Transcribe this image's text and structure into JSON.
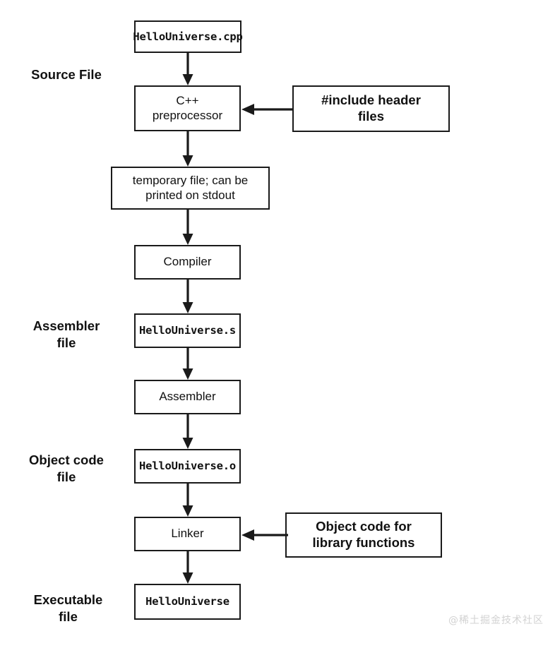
{
  "diagram": {
    "title": "C++ compilation pipeline flowchart",
    "stroke_color": "#1a1a1a",
    "background_color": "#ffffff",
    "watermark": "@稀土掘金技术社区"
  },
  "stage_labels": [
    {
      "id": "source-file",
      "text": "Source File"
    },
    {
      "id": "assembler-file",
      "text": "Assembler\nfile"
    },
    {
      "id": "object-code-file",
      "text": "Object code\nfile"
    },
    {
      "id": "executable-file",
      "text": "Executable\nfile"
    }
  ],
  "nodes": [
    {
      "id": "source-cpp",
      "text": "HelloUniverse.cpp",
      "style": "mono"
    },
    {
      "id": "preprocessor",
      "text": "C++\npreprocessor",
      "style": "plain"
    },
    {
      "id": "include-headers",
      "text": "#include header\nfiles",
      "style": "bold"
    },
    {
      "id": "temporary-file",
      "text": "temporary file; can be\nprinted on stdout",
      "style": "plain"
    },
    {
      "id": "compiler",
      "text": "Compiler",
      "style": "plain"
    },
    {
      "id": "assembly-file",
      "text": "HelloUniverse.s",
      "style": "mono"
    },
    {
      "id": "assembler",
      "text": "Assembler",
      "style": "plain"
    },
    {
      "id": "object-file",
      "text": "HelloUniverse.o",
      "style": "mono"
    },
    {
      "id": "linker",
      "text": "Linker",
      "style": "plain"
    },
    {
      "id": "library-objects",
      "text": "Object code for\nlibrary functions",
      "style": "bold"
    },
    {
      "id": "executable",
      "text": "HelloUniverse",
      "style": "mono"
    }
  ],
  "edges": [
    {
      "id": "source-cpp-to-preprocessor",
      "direction": "down"
    },
    {
      "id": "include-headers-to-preprocessor",
      "direction": "left"
    },
    {
      "id": "preprocessor-to-temporary-file",
      "direction": "down"
    },
    {
      "id": "temporary-file-to-compiler",
      "direction": "down"
    },
    {
      "id": "compiler-to-assembly-file",
      "direction": "down"
    },
    {
      "id": "assembly-file-to-assembler",
      "direction": "down"
    },
    {
      "id": "assembler-to-object-file",
      "direction": "down"
    },
    {
      "id": "object-file-to-linker",
      "direction": "down"
    },
    {
      "id": "library-objects-to-linker",
      "direction": "left"
    },
    {
      "id": "linker-to-executable",
      "direction": "down"
    }
  ]
}
